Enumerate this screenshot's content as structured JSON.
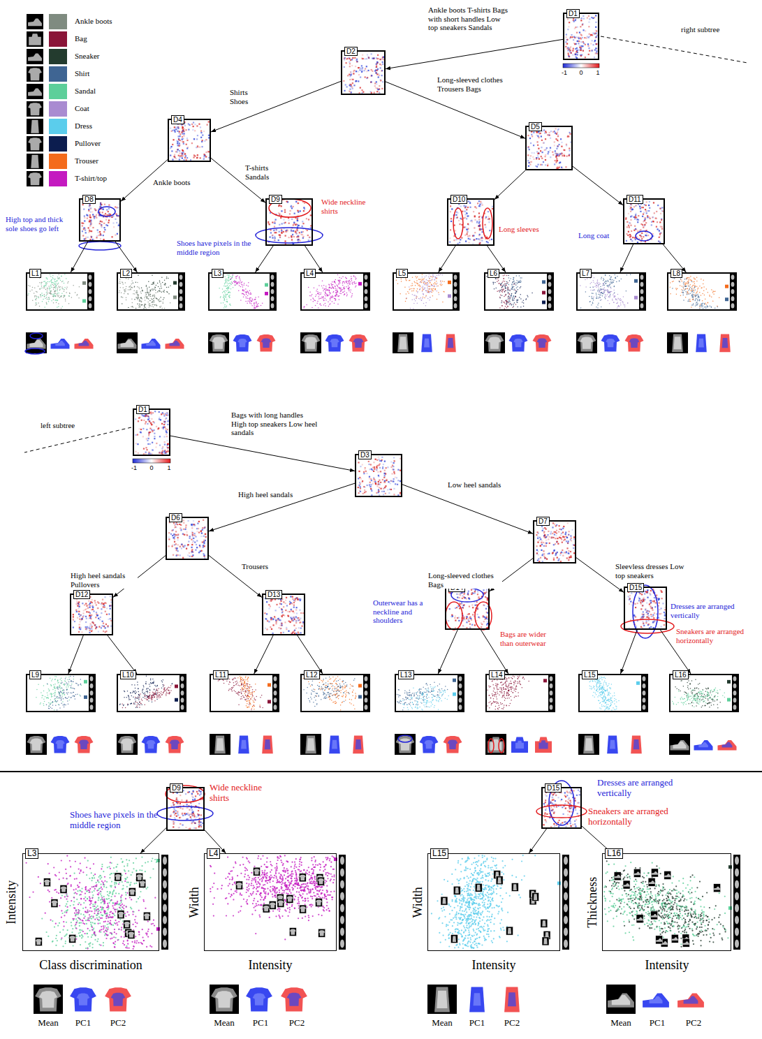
{
  "diagram": {
    "nodes": [
      {
        "text": [
          "D1"
        ]
      },
      {
        "text": [
          "D2"
        ]
      },
      {
        "text": [
          "D4"
        ]
      },
      {
        "text": [
          "D5"
        ]
      },
      {
        "text": [
          "D8"
        ]
      },
      {
        "text": [
          "D9"
        ]
      },
      {
        "text": [
          "D10"
        ]
      },
      {
        "text": [
          "D11"
        ]
      },
      {
        "text": [
          "L1"
        ]
      },
      {
        "text": [
          "L2"
        ]
      },
      {
        "text": [
          "L3"
        ]
      },
      {
        "text": [
          "L4"
        ]
      },
      {
        "text": [
          "L5"
        ]
      },
      {
        "text": [
          "L6"
        ]
      },
      {
        "text": [
          "L7"
        ]
      },
      {
        "text": [
          "L8"
        ]
      },
      {
        "text": [
          "D1"
        ]
      },
      {
        "text": [
          "D3"
        ]
      },
      {
        "text": [
          "D6"
        ]
      },
      {
        "text": [
          "D7"
        ]
      },
      {
        "text": [
          "D12"
        ]
      },
      {
        "text": [
          "D13"
        ]
      },
      {
        "text": [
          "D14"
        ]
      },
      {
        "text": [
          "D15"
        ]
      },
      {
        "text": [
          "L9"
        ]
      },
      {
        "text": [
          "L10"
        ]
      },
      {
        "text": [
          "L11"
        ]
      },
      {
        "text": [
          "L12"
        ]
      },
      {
        "text": [
          "L13"
        ]
      },
      {
        "text": [
          "L14"
        ]
      },
      {
        "text": [
          "L15"
        ]
      },
      {
        "text": [
          "L16"
        ]
      },
      {
        "text": [
          "D9"
        ]
      },
      {
        "text": [
          "D15"
        ]
      },
      {
        "text": [
          "L3"
        ]
      },
      {
        "text": [
          "L4"
        ]
      },
      {
        "text": [
          "L15"
        ]
      },
      {
        "text": [
          "L16"
        ]
      }
    ],
    "edges": [
      {
        "from": 0,
        "to": 1,
        "arrow": "to",
        "label": "Ankle boots T-shirts Bags with short handles Low top sneakers Sandals"
      },
      {
        "from": 1,
        "to": 2,
        "arrow": "to",
        "label": "Shirts Shoes"
      },
      {
        "from": 1,
        "to": 3,
        "arrow": "to",
        "label": "Long-sleeved clothes Trousers Bags"
      },
      {
        "from": 2,
        "to": 4,
        "arrow": "to",
        "label": "Ankle boots"
      },
      {
        "from": 2,
        "to": 5,
        "arrow": "to",
        "label": "T-shirts Sandals"
      },
      {
        "from": 3,
        "to": 6,
        "arrow": "to"
      },
      {
        "from": 3,
        "to": 7,
        "arrow": "to"
      },
      {
        "from": 4,
        "to": 8,
        "arrow": "to"
      },
      {
        "from": 4,
        "to": 9,
        "arrow": "to"
      },
      {
        "from": 5,
        "to": 10,
        "arrow": "to"
      },
      {
        "from": 5,
        "to": 11,
        "arrow": "to"
      },
      {
        "from": 6,
        "to": 12,
        "arrow": "to"
      },
      {
        "from": 6,
        "to": 13,
        "arrow": "to"
      },
      {
        "from": 7,
        "to": 14,
        "arrow": "to"
      },
      {
        "from": 7,
        "to": 15,
        "arrow": "to"
      },
      {
        "from": 16,
        "to": 17,
        "arrow": "to",
        "label": "Bags with long handles High top sneakers Low heel sandals"
      },
      {
        "from": 17,
        "to": 18,
        "arrow": "to",
        "label": "High heel sandals"
      },
      {
        "from": 17,
        "to": 19,
        "arrow": "to",
        "label": "Low heel sandals"
      },
      {
        "from": 18,
        "to": 20,
        "arrow": "to",
        "label": "High heel sandals Pullovers"
      },
      {
        "from": 18,
        "to": 21,
        "arrow": "to",
        "label": "Trousers"
      },
      {
        "from": 19,
        "to": 22,
        "arrow": "to",
        "label": "Long-sleeved clothes Bags"
      },
      {
        "from": 19,
        "to": 23,
        "arrow": "to",
        "label": "Sleevless dresses Low top sneakers"
      },
      {
        "from": 20,
        "to": 24,
        "arrow": "to"
      },
      {
        "from": 20,
        "to": 25,
        "arrow": "to"
      },
      {
        "from": 21,
        "to": 26,
        "arrow": "to"
      },
      {
        "from": 21,
        "to": 27,
        "arrow": "to"
      },
      {
        "from": 22,
        "to": 28,
        "arrow": "to"
      },
      {
        "from": 22,
        "to": 29,
        "arrow": "to"
      },
      {
        "from": 23,
        "to": 30,
        "arrow": "to"
      },
      {
        "from": 23,
        "to": 31,
        "arrow": "to"
      },
      {
        "from": 32,
        "to": 34,
        "arrow": "to"
      },
      {
        "from": 32,
        "to": 35,
        "arrow": "to"
      },
      {
        "from": 33,
        "to": 36,
        "arrow": "to"
      },
      {
        "from": 33,
        "to": 37,
        "arrow": "to"
      }
    ],
    "labels": [
      "right subtree",
      "-1",
      "0",
      "1",
      "High top and thick sole shoes go left",
      "Wide neckline shirts",
      "Shoes have pixels in the middle region",
      "Long sleeves",
      "Long coat",
      "left subtree",
      "-1",
      "0",
      "1",
      "Outerwear has a neckline and shoulders",
      "Bags are wider than outerwear",
      "Dresses are arranged vertically",
      "Sneakers are arranged horizontally",
      "Wide neckline shirts",
      "Shoes have pixels in the middle region",
      "Dresses are arranged vertically",
      "Sneakers are arranged horizontally",
      "Intensity",
      "Class discrimination",
      "Width",
      "Intensity",
      "Width",
      "Intensity",
      "Thickness",
      "Intensity",
      "Mean",
      "PC1",
      "PC2",
      "Mean",
      "PC1",
      "PC2",
      "Mean",
      "PC1",
      "PC2",
      "Mean",
      "PC1",
      "PC2"
    ],
    "legend": [
      {
        "text": "Ankle boots",
        "color": "#7f8b80"
      },
      {
        "text": "Bag",
        "color": "#8a1538"
      },
      {
        "text": "Sneaker",
        "color": "#233b2e"
      },
      {
        "text": "Shirt",
        "color": "#3f6593"
      },
      {
        "text": "Sandal",
        "color": "#5dcf9a"
      },
      {
        "text": "Coat",
        "color": "#a98bd1"
      },
      {
        "text": "Dress",
        "color": "#5bcdec"
      },
      {
        "text": "Pullover",
        "color": "#0c1d4f"
      },
      {
        "text": "Trouser",
        "color": "#f46b1c"
      },
      {
        "text": "T-shirt/top",
        "color": "#c41ac0"
      }
    ]
  }
}
